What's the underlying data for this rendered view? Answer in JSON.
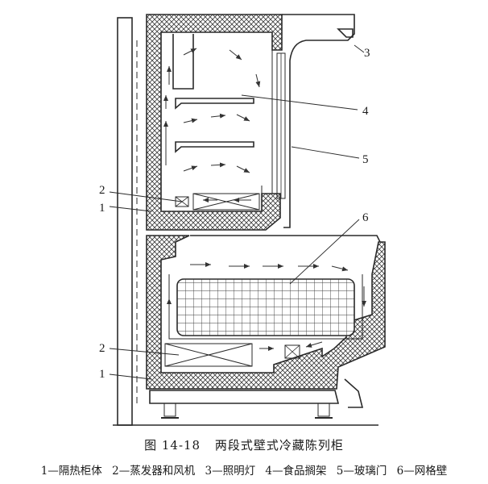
{
  "figure": {
    "caption_number": "图 14-18",
    "caption_title": "两段式壁式冷藏陈列柜",
    "callouts": [
      "3",
      "4",
      "5",
      "2",
      "1",
      "6",
      "2",
      "1"
    ],
    "legend": [
      "1—隔热柜体",
      "2—蒸发器和风机",
      "3—照明灯",
      "4—食品搁架",
      "5—玻璃门",
      "6—网格壁"
    ]
  }
}
